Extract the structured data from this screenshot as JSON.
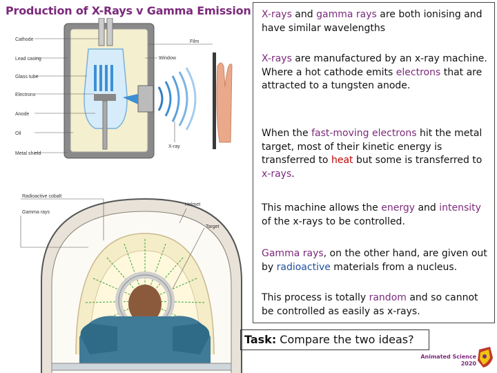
{
  "title": "Production of X-Rays  v Gamma Emission",
  "xray_diagram": {
    "labels": [
      "Cathode",
      "Lead casing",
      "Glass tube",
      "Electrons",
      "Anode",
      "Oil",
      "Metal shield",
      "Window",
      "Film",
      "X-ray"
    ]
  },
  "gamma_diagram": {
    "labels": [
      "Radioactive cobalt",
      "Gamma rays",
      "Helmet",
      "Target"
    ]
  },
  "paragraphs": {
    "p1": {
      "a": "X-rays",
      "b": " and ",
      "c": "gamma rays",
      "d": " are both ionising and have similar wavelengths"
    },
    "p2": {
      "a": "X-rays",
      "b": " are manufactured by an x-ray machine. Where a hot cathode emits ",
      "c": "electrons",
      "d": " that are attracted to a tungsten anode."
    },
    "p3": {
      "a": "When the ",
      "b": "fast-moving electrons",
      "c": " hit the metal target, most of their kinetic energy is transferred to ",
      "d": "heat",
      "e": " but some is transferred to ",
      "f": "x-rays",
      "g": "."
    },
    "p4": {
      "a": "This machine allows the ",
      "b": "energy",
      "c": " and ",
      "d": "intensity",
      "e": " of the x-rays to be controlled."
    },
    "p5": {
      "a": "Gamma rays",
      "b": ", on the other hand, are given out by ",
      "c": "radioactive",
      "d": " materials from a nucleus."
    },
    "p6": {
      "a": "This process is totally ",
      "b": "random",
      "c": " and so cannot be controlled as easily as x-rays."
    }
  },
  "task": {
    "label": "Task:",
    "text": " Compare the two ideas?"
  },
  "branding": {
    "line1": "Animated Science",
    "line2": "2020"
  },
  "colors": {
    "title": "#7b2a7b",
    "highlight_blue": "#1f4e9e",
    "highlight_red": "#c00000"
  }
}
